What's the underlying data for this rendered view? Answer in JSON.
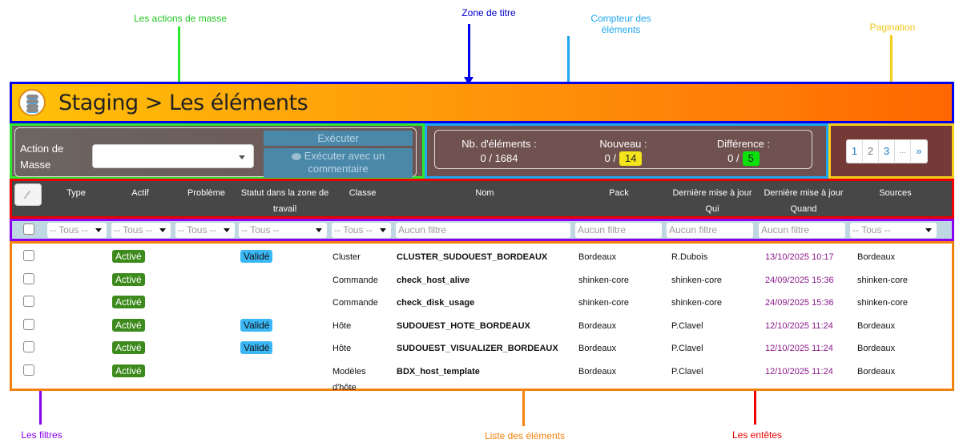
{
  "annotations": {
    "mass_actions": "Les actions de masse",
    "title_zone": "Zone de titre",
    "counter_line1": "Compteur des",
    "counter_line2": "éléments",
    "pagination": "Pagination",
    "filters": "Les filtres",
    "list": "Liste des éléments",
    "headers": "Les entêtes"
  },
  "colors": {
    "title_zone": "#0000ee",
    "mass_actions": "#2ee82e",
    "counter": "#1ea7f0",
    "pagination": "#f4cf1c",
    "headers": "#ee0000",
    "filters": "#8800ee",
    "list": "#f5820f"
  },
  "title": {
    "icon": "database-icon",
    "text": "Staging > Les éléments"
  },
  "mass_action": {
    "label": "Action de Masse",
    "select_value": "",
    "execute_label": "Exécuter",
    "execute_comment_label": "Exécuter avec un commentaire",
    "comment_icon": "comment-icon"
  },
  "counter": {
    "total_label": "Nb. d'éléments :",
    "total_value": "0 / 1684",
    "new_label": "Nouveau :",
    "new_prefix": "0 /",
    "new_value": "14",
    "diff_label": "Différence :",
    "diff_prefix": "0 /",
    "diff_value": "5"
  },
  "pagination": {
    "pages": [
      "1",
      "2",
      "3",
      "...",
      "»"
    ]
  },
  "headers": {
    "type": "Type",
    "actif": "Actif",
    "probleme": "Problème",
    "statut_1": "Statut dans la zone de",
    "statut_2": "travail",
    "classe": "Classe",
    "nom": "Nom",
    "pack": "Pack",
    "qui_1": "Dernière mise à jour",
    "qui_2": "Qui",
    "quand_1": "Dernière mise à jour",
    "quand_2": "Quand",
    "sources": "Sources"
  },
  "filters": {
    "type": "-- Tous --",
    "actif": "-- Tous --",
    "probleme": "-- Tous --",
    "statut": "-- Tous --",
    "classe": "-- Tous --",
    "nom_placeholder": "Aucun filtre",
    "pack_placeholder": "Aucun filtre",
    "qui_placeholder": "Aucun filtre",
    "quand_placeholder": "Aucun filtre",
    "sources": "-- Tous --"
  },
  "rows": [
    {
      "actif": "Activé",
      "statut": "Validé",
      "classe": "Cluster",
      "classe2": "",
      "nom": "CLUSTER_SUDOUEST_BORDEAUX",
      "pack": "Bordeaux",
      "qui": "R.Dubois",
      "quand": "13/10/2025 10:17",
      "sources": "Bordeaux"
    },
    {
      "actif": "Activé",
      "statut": "",
      "classe": "Commande",
      "classe2": "",
      "nom": "check_host_alive",
      "pack": "shinken-core",
      "qui": "shinken-core",
      "quand": "24/09/2025 15:36",
      "sources": "shinken-core"
    },
    {
      "actif": "Activé",
      "statut": "",
      "classe": "Commande",
      "classe2": "",
      "nom": "check_disk_usage",
      "pack": "shinken-core",
      "qui": "shinken-core",
      "quand": "24/09/2025 15:36",
      "sources": "shinken-core"
    },
    {
      "actif": "Activé",
      "statut": "Validé",
      "classe": "Hôte",
      "classe2": "",
      "nom": "SUDOUEST_HOTE_BORDEAUX",
      "pack": "Bordeaux",
      "qui": "P.Clavel",
      "quand": "12/10/2025 11:24",
      "sources": "Bordeaux"
    },
    {
      "actif": "Activé",
      "statut": "Validé",
      "classe": "Hôte",
      "classe2": "",
      "nom": "SUDOUEST_VISUALIZER_BORDEAUX",
      "pack": "Bordeaux",
      "qui": "P.Clavel",
      "quand": "12/10/2025 11:24",
      "sources": "Bordeaux"
    },
    {
      "actif": "Activé",
      "statut": "",
      "classe": "Modèles",
      "classe2": "d'hôte",
      "nom": "BDX_host_template",
      "pack": "Bordeaux",
      "qui": "P.Clavel",
      "quand": "12/10/2025 11:24",
      "sources": "Bordeaux"
    }
  ]
}
